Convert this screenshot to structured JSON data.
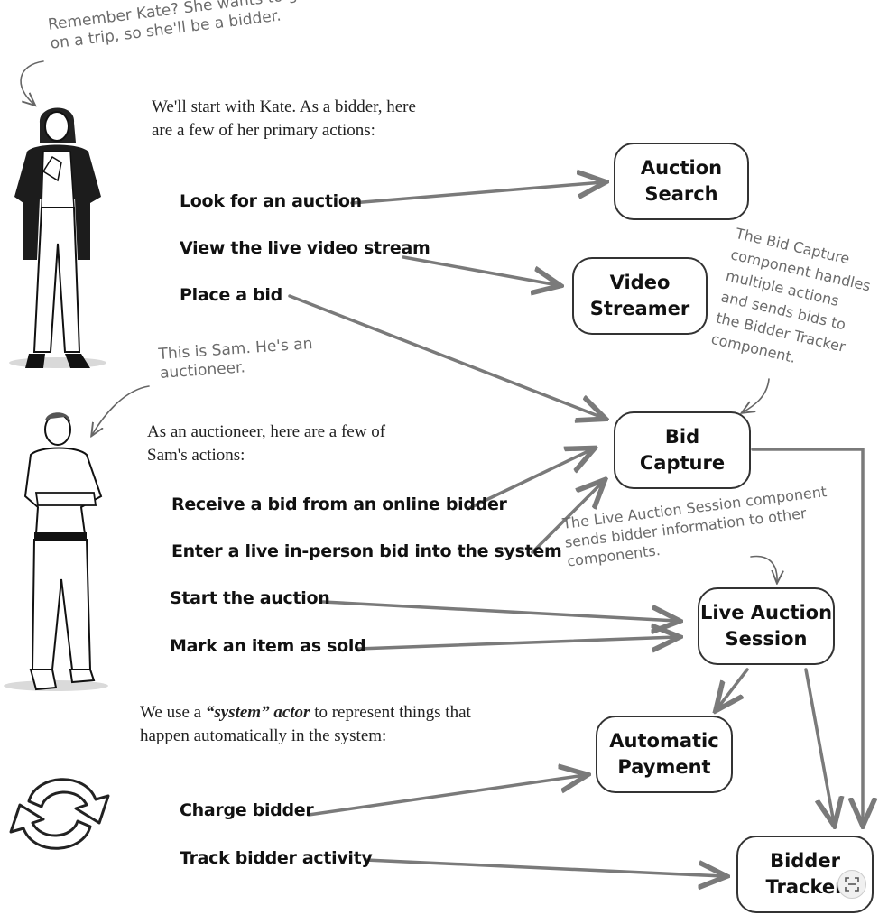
{
  "notes": {
    "kate": "Remember Kate? She wants to go\non a trip, so she'll be a bidder.",
    "sam": "This is Sam. He's an\nauctioneer.",
    "bid_capture": "The Bid Capture\ncomponent handles\nmultiple actions\nand sends bids to\nthe Bidder Tracker\ncomponent.",
    "live_session": "The Live Auction Session component\nsends bidder information to other\ncomponents."
  },
  "intros": {
    "bidder": "We'll start with Kate. As a bidder, here\nare a few of her primary actions:",
    "auctioneer": "As an auctioneer, here are a few of\nSam's actions:",
    "system_pre": "We use a ",
    "system_em": "“system” actor",
    "system_post": " to represent things that\nhappen automatically in the system:"
  },
  "actions": {
    "look": "Look for an auction",
    "view": "View the live video stream",
    "place": "Place a bid",
    "receive": "Receive a bid from an online bidder",
    "enter": "Enter a live in-person bid into the system",
    "start": "Start the auction",
    "mark": "Mark an item as sold",
    "charge": "Charge bidder",
    "track": "Track bidder activity"
  },
  "components": {
    "auction_search": "Auction\nSearch",
    "video_streamer": "Video\nStreamer",
    "bid_capture": "Bid\nCapture",
    "live_auction_session": "Live Auction\nSession",
    "automatic_payment": "Automatic\nPayment",
    "bidder_tracker": "Bidder\nTracker"
  },
  "colors": {
    "arrow": "#7a7a7a",
    "note": "#6b6b6b",
    "box_border": "#333333"
  },
  "icons": [
    "kate-figure",
    "sam-figure",
    "system-cycle-icon",
    "scan-icon"
  ]
}
